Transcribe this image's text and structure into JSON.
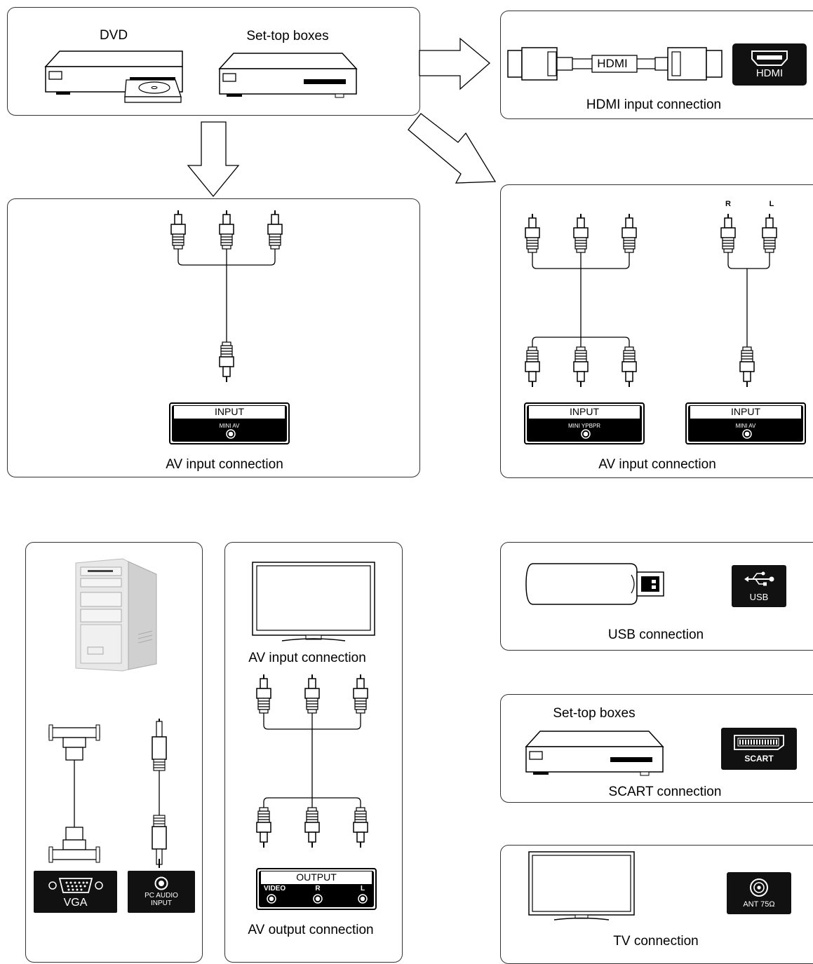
{
  "top_source": {
    "dvd_label": "DVD",
    "stb_label": "Set-top boxes"
  },
  "hdmi": {
    "cable_label": "HDMI",
    "port_label": "HDMI",
    "caption": "HDMI input connection"
  },
  "av_left": {
    "port_title": "INPUT",
    "port_sub": "MINI AV",
    "caption": "AV input connection"
  },
  "av_right": {
    "r_label": "R",
    "l_label": "L",
    "port1_title": "INPUT",
    "port1_sub": "MINI YPBPR",
    "port2_title": "INPUT",
    "port2_sub": "MINI AV",
    "caption": "AV input connection"
  },
  "pc": {
    "vga_label": "VGA",
    "audio_label_1": "PC AUDIO",
    "audio_label_2": "INPUT"
  },
  "av_out": {
    "tv_caption": "AV input connection",
    "port_title": "OUTPUT",
    "video_label": "VIDEO",
    "r_label": "R",
    "l_label": "L",
    "caption": "AV output connection"
  },
  "usb": {
    "port_label": "USB",
    "caption": "USB connection"
  },
  "scart": {
    "stb_label": "Set-top boxes",
    "port_label": "SCART",
    "caption": "SCART connection"
  },
  "tv": {
    "port_label": "ANT 75Ω",
    "caption": "TV connection"
  }
}
